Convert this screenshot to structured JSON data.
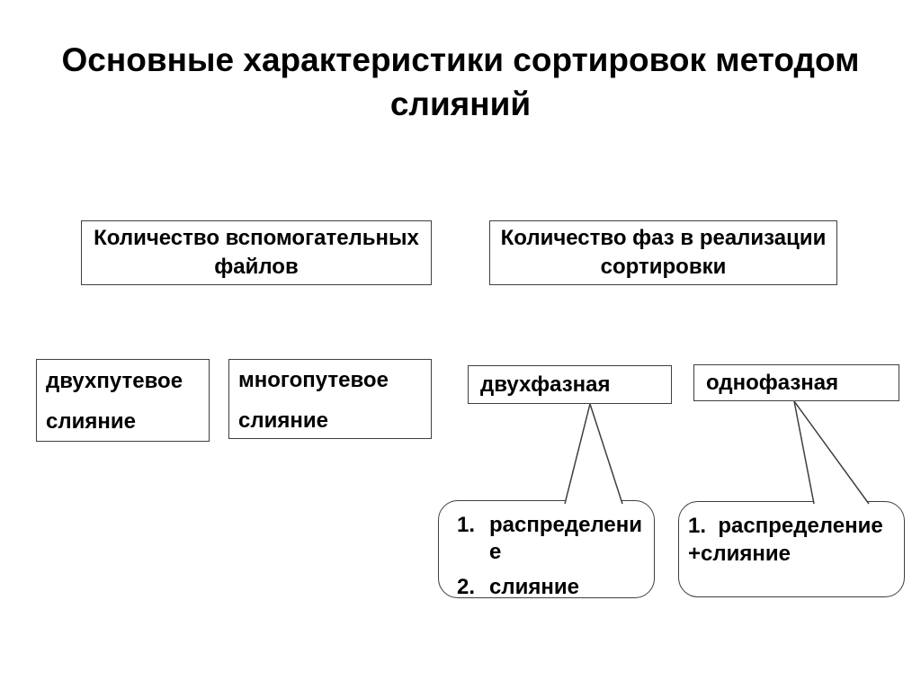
{
  "colors": {
    "background": "#ffffff",
    "text": "#000000",
    "border": "#3f3f3f"
  },
  "slide": {
    "title_lines": [
      "Основные характеристики сортировок методом",
      "слияний"
    ],
    "criteria_boxes": [
      {
        "label": "Количество вспомогательных файлов"
      },
      {
        "label": "Количество фаз в реализации сортировки"
      }
    ],
    "merge_boxes": [
      {
        "line1": "двухпутевое",
        "line2": "слияние"
      },
      {
        "line1": "многопутевое",
        "line2": "слияние"
      }
    ],
    "phase_boxes": [
      {
        "label": "двухфазная"
      },
      {
        "label": "однофазная"
      }
    ],
    "callouts": [
      {
        "items": [
          {
            "num": "1.",
            "text": "распределение"
          },
          {
            "num": "2.",
            "text": "слияние"
          }
        ]
      },
      {
        "text": "1.  распределение +слияние"
      }
    ]
  }
}
